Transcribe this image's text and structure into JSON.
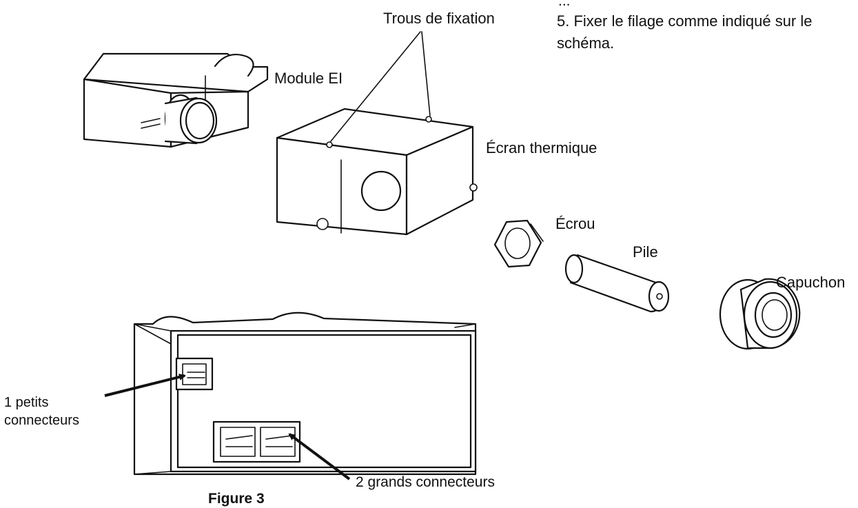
{
  "figure": {
    "caption": "Figure 3",
    "instruction_cut": "...",
    "instruction_5a": "5. Fixer le filage comme indiqué sur le",
    "instruction_5b": "schéma.",
    "labels": {
      "trous": "Trous de fixation",
      "module": "Module EI",
      "ecran": "Écran thermique",
      "ecrou": "Écrou",
      "pile": "Pile",
      "capuchon": "Capuchon",
      "petits_a": "1 petits",
      "petits_b": "connecteurs",
      "grands": "2 grands connecteurs"
    }
  }
}
